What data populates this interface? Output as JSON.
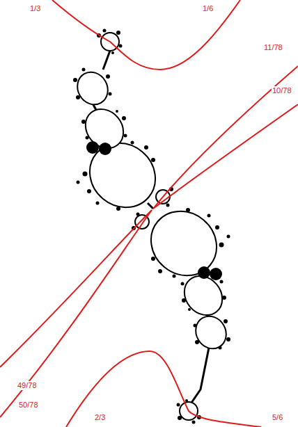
{
  "diagram": {
    "labels": [
      "1/3",
      "1/6",
      "11/78",
      "10/78",
      "49/78",
      "50/78",
      "2/3",
      "5/6"
    ]
  }
}
